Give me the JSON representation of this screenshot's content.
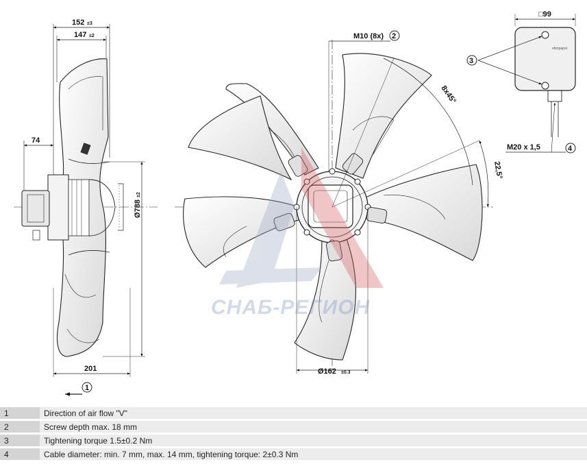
{
  "dimensions": {
    "overall_depth": "152",
    "overall_depth_tol": "±3",
    "blade_depth": "147",
    "blade_depth_tol": "±2",
    "hub_offset": "74",
    "fan_diameter": "Ø788",
    "fan_diameter_tol": "±2",
    "guard_depth": "201",
    "mount_screws": "M10 (8x)",
    "mount_screws_ref": "2",
    "mount_angle": "8x45°",
    "offset_angle": "22,5°",
    "bolt_circle": "Ø162",
    "bolt_circle_tol": "±0.3",
    "terminal_box": "□99",
    "cable_gland": "M20 x 1,5",
    "cable_gland_ref": "4",
    "torque_ref": "3",
    "airflow_ref": "1",
    "terminal_brand": "ebmpapst"
  },
  "watermark": "СНАБ-РЕГИОН",
  "legend": [
    {
      "num": "1",
      "text": "Direction of air flow \"V\""
    },
    {
      "num": "2",
      "text": "Screw depth max. 18 mm"
    },
    {
      "num": "3",
      "text": "Tightening torque 1.5±0.2 Nm"
    },
    {
      "num": "4",
      "text": "Cable diameter: min. 7 mm, max. 14 mm, tightening torque: 2±0.3 Nm"
    }
  ]
}
